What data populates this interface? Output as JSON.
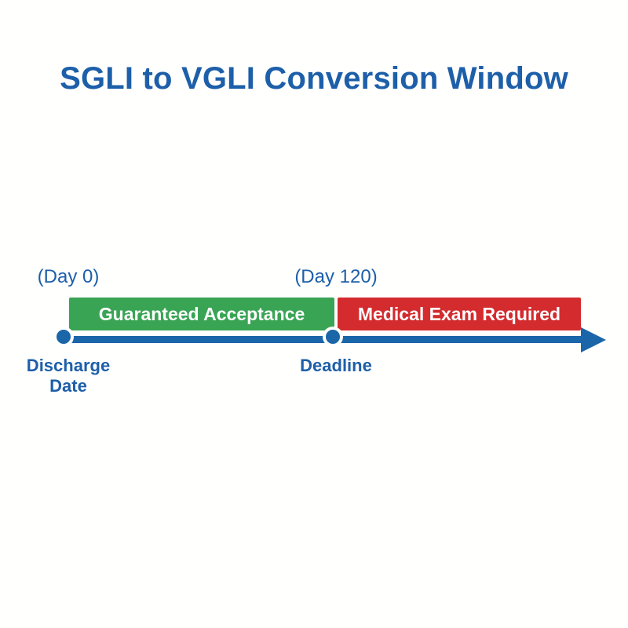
{
  "page": {
    "title": "SGLI to VGLI Conversion Window"
  },
  "timeline": {
    "start": {
      "day_label": "(Day 0)",
      "marker_label_line1": "Discharge",
      "marker_label_line2": "Date"
    },
    "end": {
      "day_label": "(Day 120)",
      "marker_label": "Deadline"
    },
    "segments": [
      {
        "label": "Guaranteed Acceptance",
        "color": "#3aa455"
      },
      {
        "label": "Medical Exam Required",
        "color": "#d32b2e"
      }
    ],
    "colors": {
      "axis_blue": "#1b65a9",
      "text_blue": "#1d5fa9",
      "background": "#fffffd"
    }
  }
}
